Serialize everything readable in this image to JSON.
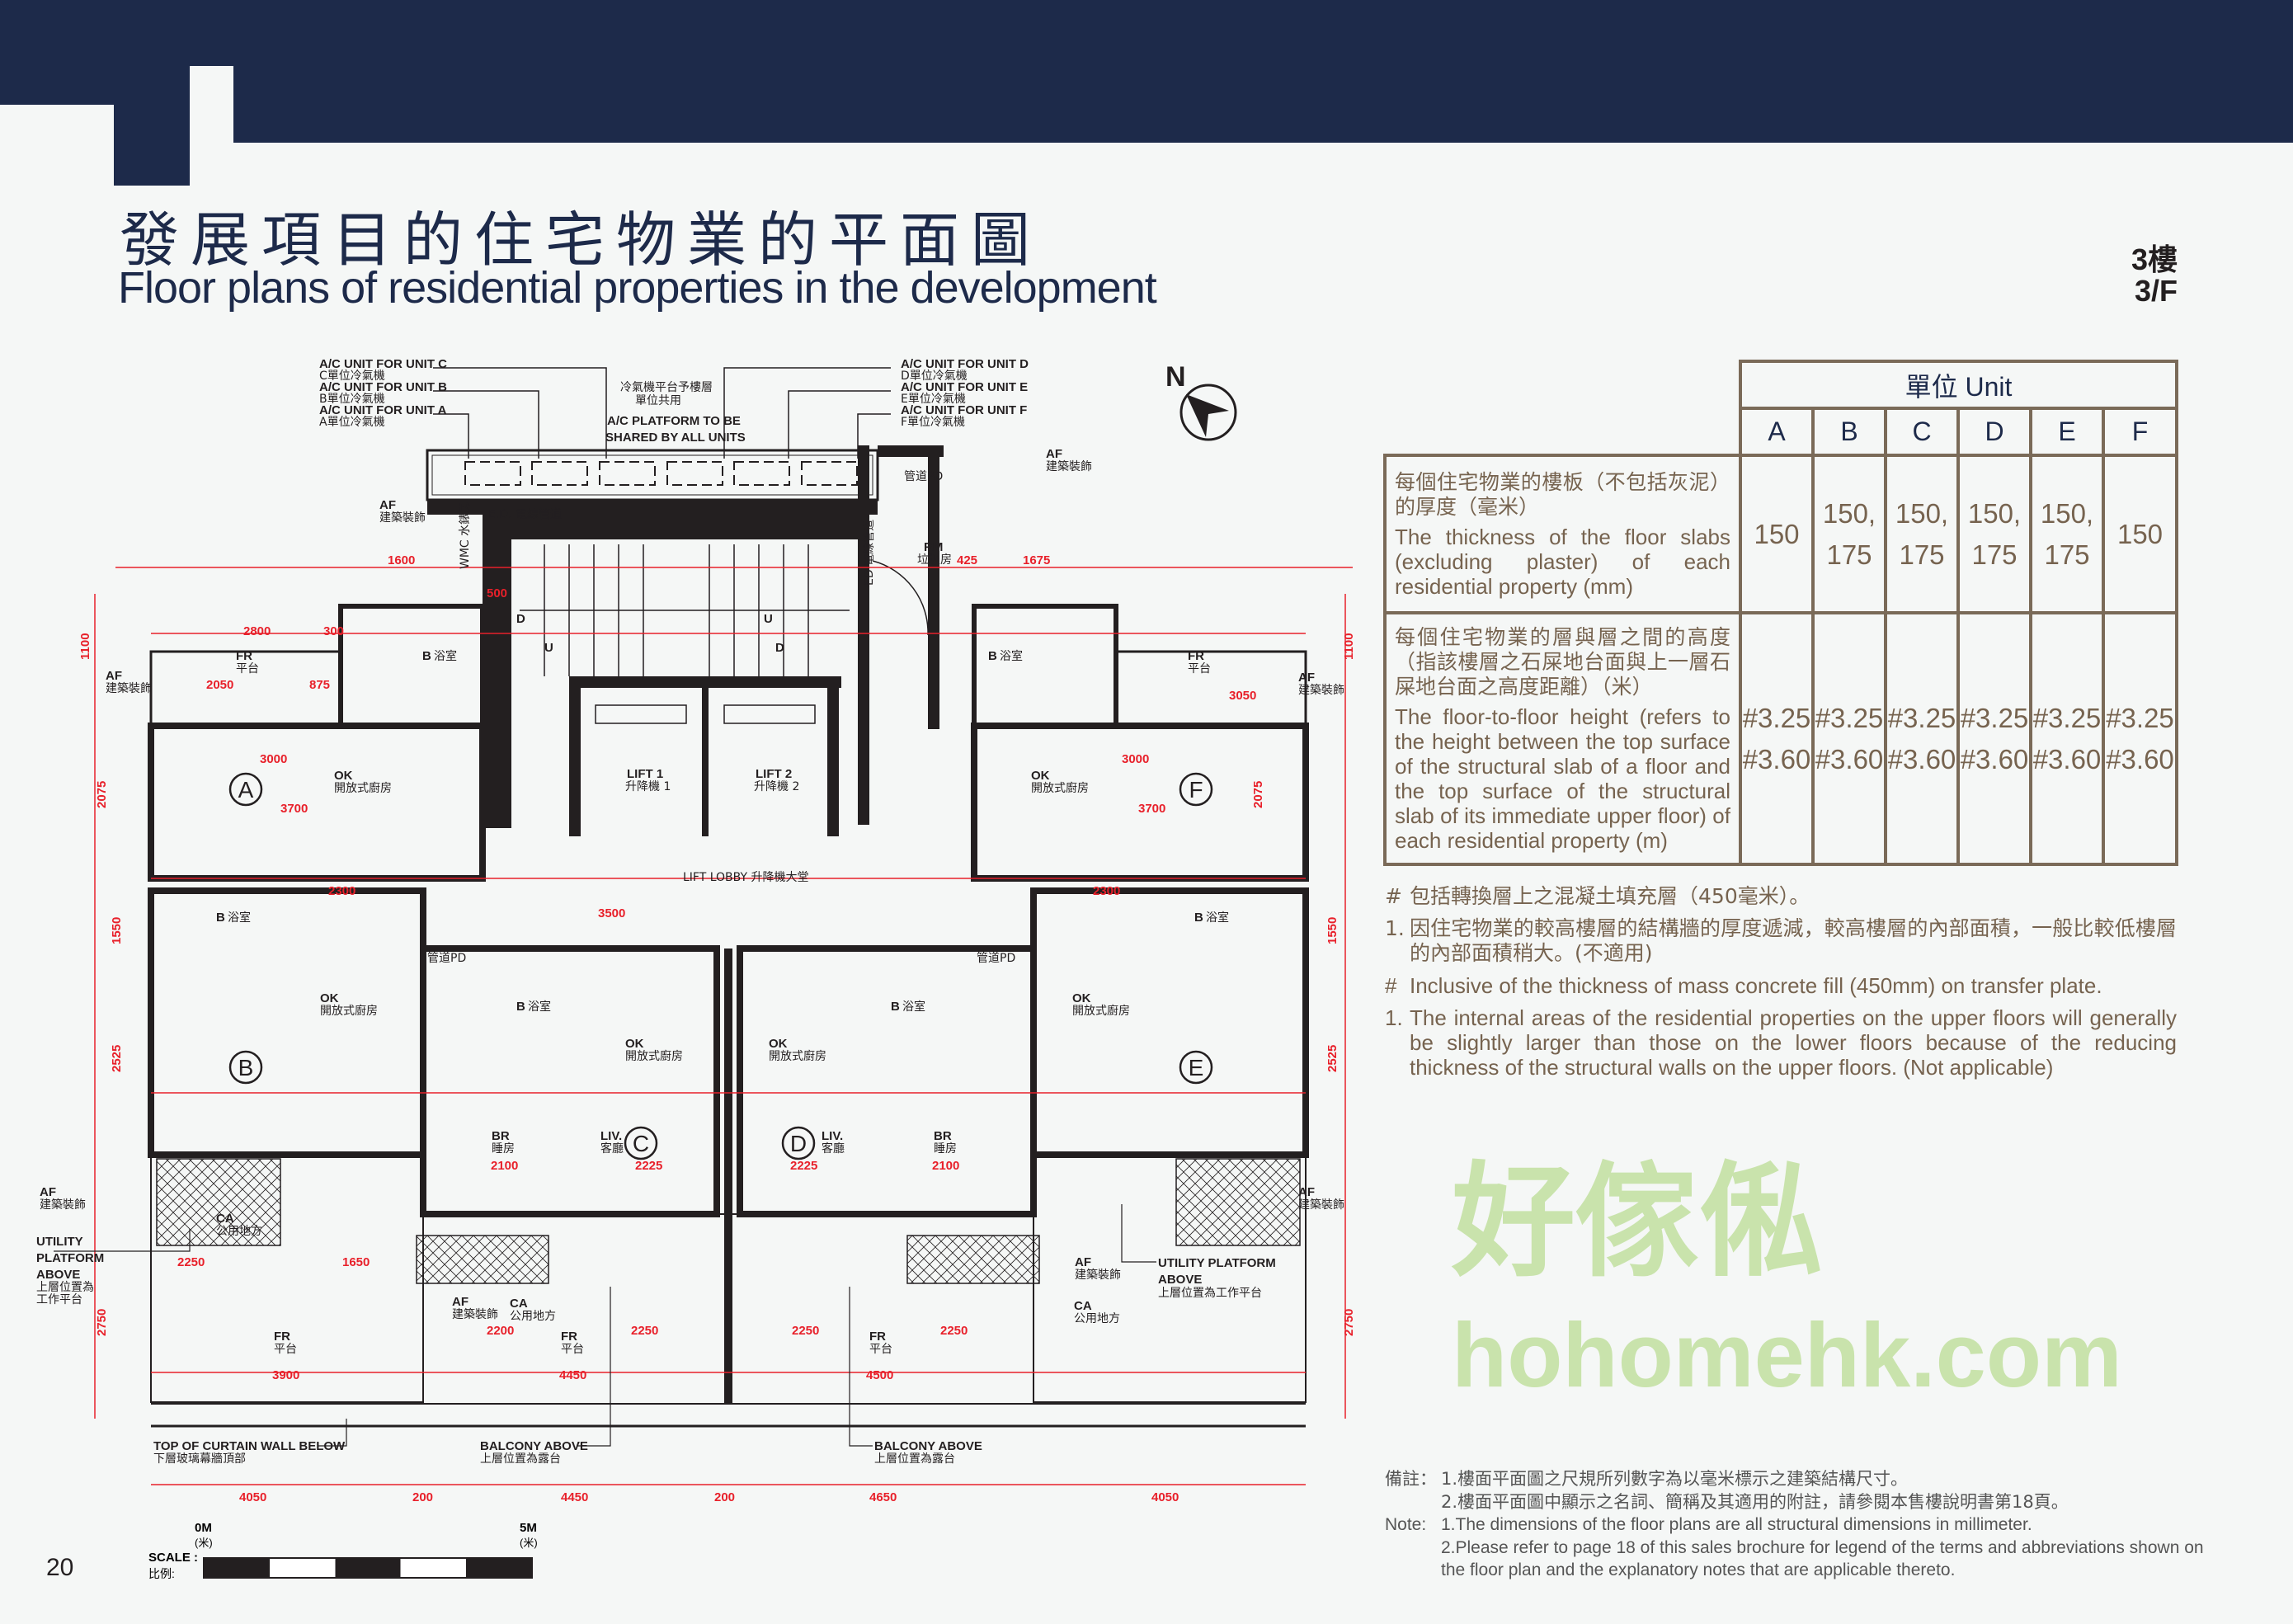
{
  "header": {
    "title_zh": "發展項目的住宅物業的平面圖",
    "title_en": "Floor plans of residential properties in the development",
    "floor_zh": "3樓",
    "floor_en": "3/F"
  },
  "table": {
    "unit_header": "單位 Unit",
    "units": [
      "A",
      "B",
      "C",
      "D",
      "E",
      "F"
    ],
    "rows": [
      {
        "label_zh": "每個住宅物業的樓板（不包括灰泥）的厚度（毫米）",
        "label_en": "The thickness of the floor slabs (excluding plaster) of each residential property (mm)",
        "values": [
          [
            "150"
          ],
          [
            "150,",
            "175"
          ],
          [
            "150,",
            "175"
          ],
          [
            "150,",
            "175"
          ],
          [
            "150,",
            "175"
          ],
          [
            "150"
          ]
        ]
      },
      {
        "label_zh": "每個住宅物業的層與層之間的高度（指該樓層之石屎地台面與上一層石屎地台面之高度距離）（米）",
        "label_en": "The floor-to-floor height (refers to the height between the top surface of the structural slab of a floor and the top surface of the structural slab of its immediate upper floor) of each residential property (m)",
        "values": [
          [
            "#3.25",
            "#3.60"
          ],
          [
            "#3.25",
            "#3.60"
          ],
          [
            "#3.25",
            "#3.60"
          ],
          [
            "#3.25",
            "#3.60"
          ],
          [
            "#3.25",
            "#3.60"
          ],
          [
            "#3.25",
            "#3.60"
          ]
        ]
      }
    ]
  },
  "notes": [
    {
      "mark": "#",
      "text": "包括轉換層上之混凝土填充層（450毫米）。"
    },
    {
      "mark": "1.",
      "text": "因住宅物業的較高樓層的結構牆的厚度遞減，較高樓層的內部面積，一般比較低樓層的內部面積稍大。(不適用)"
    },
    {
      "mark": "#",
      "text": "Inclusive of the thickness of mass concrete fill (450mm) on transfer plate."
    },
    {
      "mark": "1.",
      "text": "The internal areas of the residential properties on the upper floors will generally be slightly larger than those on the lower floors because of the reducing thickness of the structural walls on the upper floors. (Not applicable)"
    }
  ],
  "remarks": {
    "label_zh": "備註：",
    "zh": [
      "1.樓面平面圖之尺規所列數字為以毫米標示之建築結構尺寸。",
      "2.樓面平面圖中顯示之名詞、簡稱及其適用的附註，請參閱本售樓說明書第18頁。"
    ],
    "label_en": "Note:",
    "en": [
      "1.The dimensions of the floor plans are all structural dimensions in millimeter.",
      "2.Please refer to page 18 of this sales brochure for legend of the terms and abbreviations shown on the floor plan and the explanatory notes that are applicable thereto."
    ]
  },
  "page_number": "20",
  "scale": {
    "label_en": "SCALE :",
    "label_zh": "比例:",
    "start": "0M",
    "start_zh": "(米)",
    "end": "5M",
    "end_zh": "(米)"
  },
  "watermark": {
    "zh": "好傢俬",
    "en": "hohomehk.com"
  },
  "plan": {
    "north": "N",
    "units": [
      "A",
      "B",
      "C",
      "D",
      "E",
      "F"
    ],
    "ac_left": [
      {
        "en": "A/C UNIT FOR UNIT C",
        "zh": "C單位冷氣機"
      },
      {
        "en": "A/C UNIT FOR UNIT B",
        "zh": "B單位冷氣機"
      },
      {
        "en": "A/C UNIT FOR UNIT A",
        "zh": "A單位冷氣機"
      }
    ],
    "ac_right": [
      {
        "en": "A/C UNIT FOR UNIT D",
        "zh": "D單位冷氣機"
      },
      {
        "en": "A/C UNIT FOR UNIT E",
        "zh": "E單位冷氣機"
      },
      {
        "en": "A/C UNIT FOR UNIT F",
        "zh": "F單位冷氣機"
      }
    ],
    "ac_platform": {
      "zh1": "冷氣機平台予樓層",
      "zh2": "單位共用",
      "en1": "A/C PLATFORM TO BE",
      "en2": "SHARED BY ALL UNITS"
    },
    "rooms": [
      {
        "code": "FR",
        "zh": "平台"
      },
      {
        "code": "OK",
        "zh": "開放式廚房"
      },
      {
        "code": "OK",
        "zh": "開放式廚房"
      },
      {
        "code": "OK",
        "zh": "開放式廚房"
      },
      {
        "code": "OK",
        "zh": "開放式廚房"
      },
      {
        "code": "OK",
        "zh": "開放式廚房"
      },
      {
        "code": "OK",
        "zh": "開放式廚房"
      },
      {
        "code": "B",
        "zh": "浴室"
      },
      {
        "code": "B",
        "zh": "浴室"
      },
      {
        "code": "B",
        "zh": "浴室"
      },
      {
        "code": "B",
        "zh": "浴室"
      },
      {
        "code": "B",
        "zh": "浴室"
      },
      {
        "code": "B",
        "zh": "浴室"
      },
      {
        "code": "BR",
        "zh": "睡房"
      },
      {
        "code": "BR",
        "zh": "睡房"
      },
      {
        "code": "LIV.",
        "zh": "客廳"
      },
      {
        "code": "LIV.",
        "zh": "客廳"
      },
      {
        "code": "FR",
        "zh": "平台"
      },
      {
        "code": "FR",
        "zh": "平台"
      },
      {
        "code": "FR",
        "zh": "平台"
      },
      {
        "code": "RM",
        "zh": "垃圾房"
      },
      {
        "code": "CA",
        "zh": "公用地方"
      },
      {
        "code": "CA",
        "zh": "公用地方"
      },
      {
        "code": "CA",
        "zh": "公用地方"
      },
      {
        "code": "FR",
        "zh": "平台"
      }
    ],
    "pd": [
      "管道PD",
      "管道PD",
      "管道PD"
    ],
    "lift1": {
      "en": "LIFT 1",
      "zh": "升降機 1"
    },
    "lift2": {
      "en": "LIFT 2",
      "zh": "升降機 2"
    },
    "lobby": "LIFT LOBBY 升降機大堂",
    "wmc": "WMC 水錶房",
    "ed_left": "E.D. 電線管道",
    "ed_right": "ED 電線管道",
    "af": {
      "en": "AF",
      "zh": "建築裝飾"
    },
    "utility_left": {
      "en1": "UTILITY",
      "en2": "PLATFORM",
      "en3": "ABOVE",
      "zh1": "上層位置為",
      "zh2": "工作平台"
    },
    "utility_right": {
      "en1": "UTILITY PLATFORM",
      "en2": "ABOVE",
      "zh": "上層位置為工作平台"
    },
    "curtain_wall": {
      "en": "TOP OF CURTAIN WALL BELOW",
      "zh": "下層玻璃幕牆頂部"
    },
    "balcony": {
      "en": "BALCONY ABOVE",
      "zh": "上層位置為露台"
    },
    "stair_marks": [
      "D",
      "U",
      "U",
      "D"
    ],
    "dims_bottom": [
      "4050",
      "200",
      "4450",
      "200",
      "4650",
      "4050"
    ],
    "dims_top": [
      "1600",
      "500",
      "425",
      "1675",
      "2800",
      "300",
      "3050",
      "2050",
      "875",
      "3000",
      "3700",
      "3700",
      "3000",
      "2300",
      "3500",
      "2300"
    ],
    "dims_side": [
      "1100",
      "2075",
      "1550",
      "2525",
      "2750",
      "1100",
      "2075",
      "1550",
      "2525",
      "2750"
    ],
    "dims_inner": [
      "2250",
      "1650",
      "2200",
      "2250",
      "2250",
      "2250",
      "3900",
      "4450",
      "4500",
      "2100",
      "2225",
      "2225",
      "2100"
    ]
  }
}
